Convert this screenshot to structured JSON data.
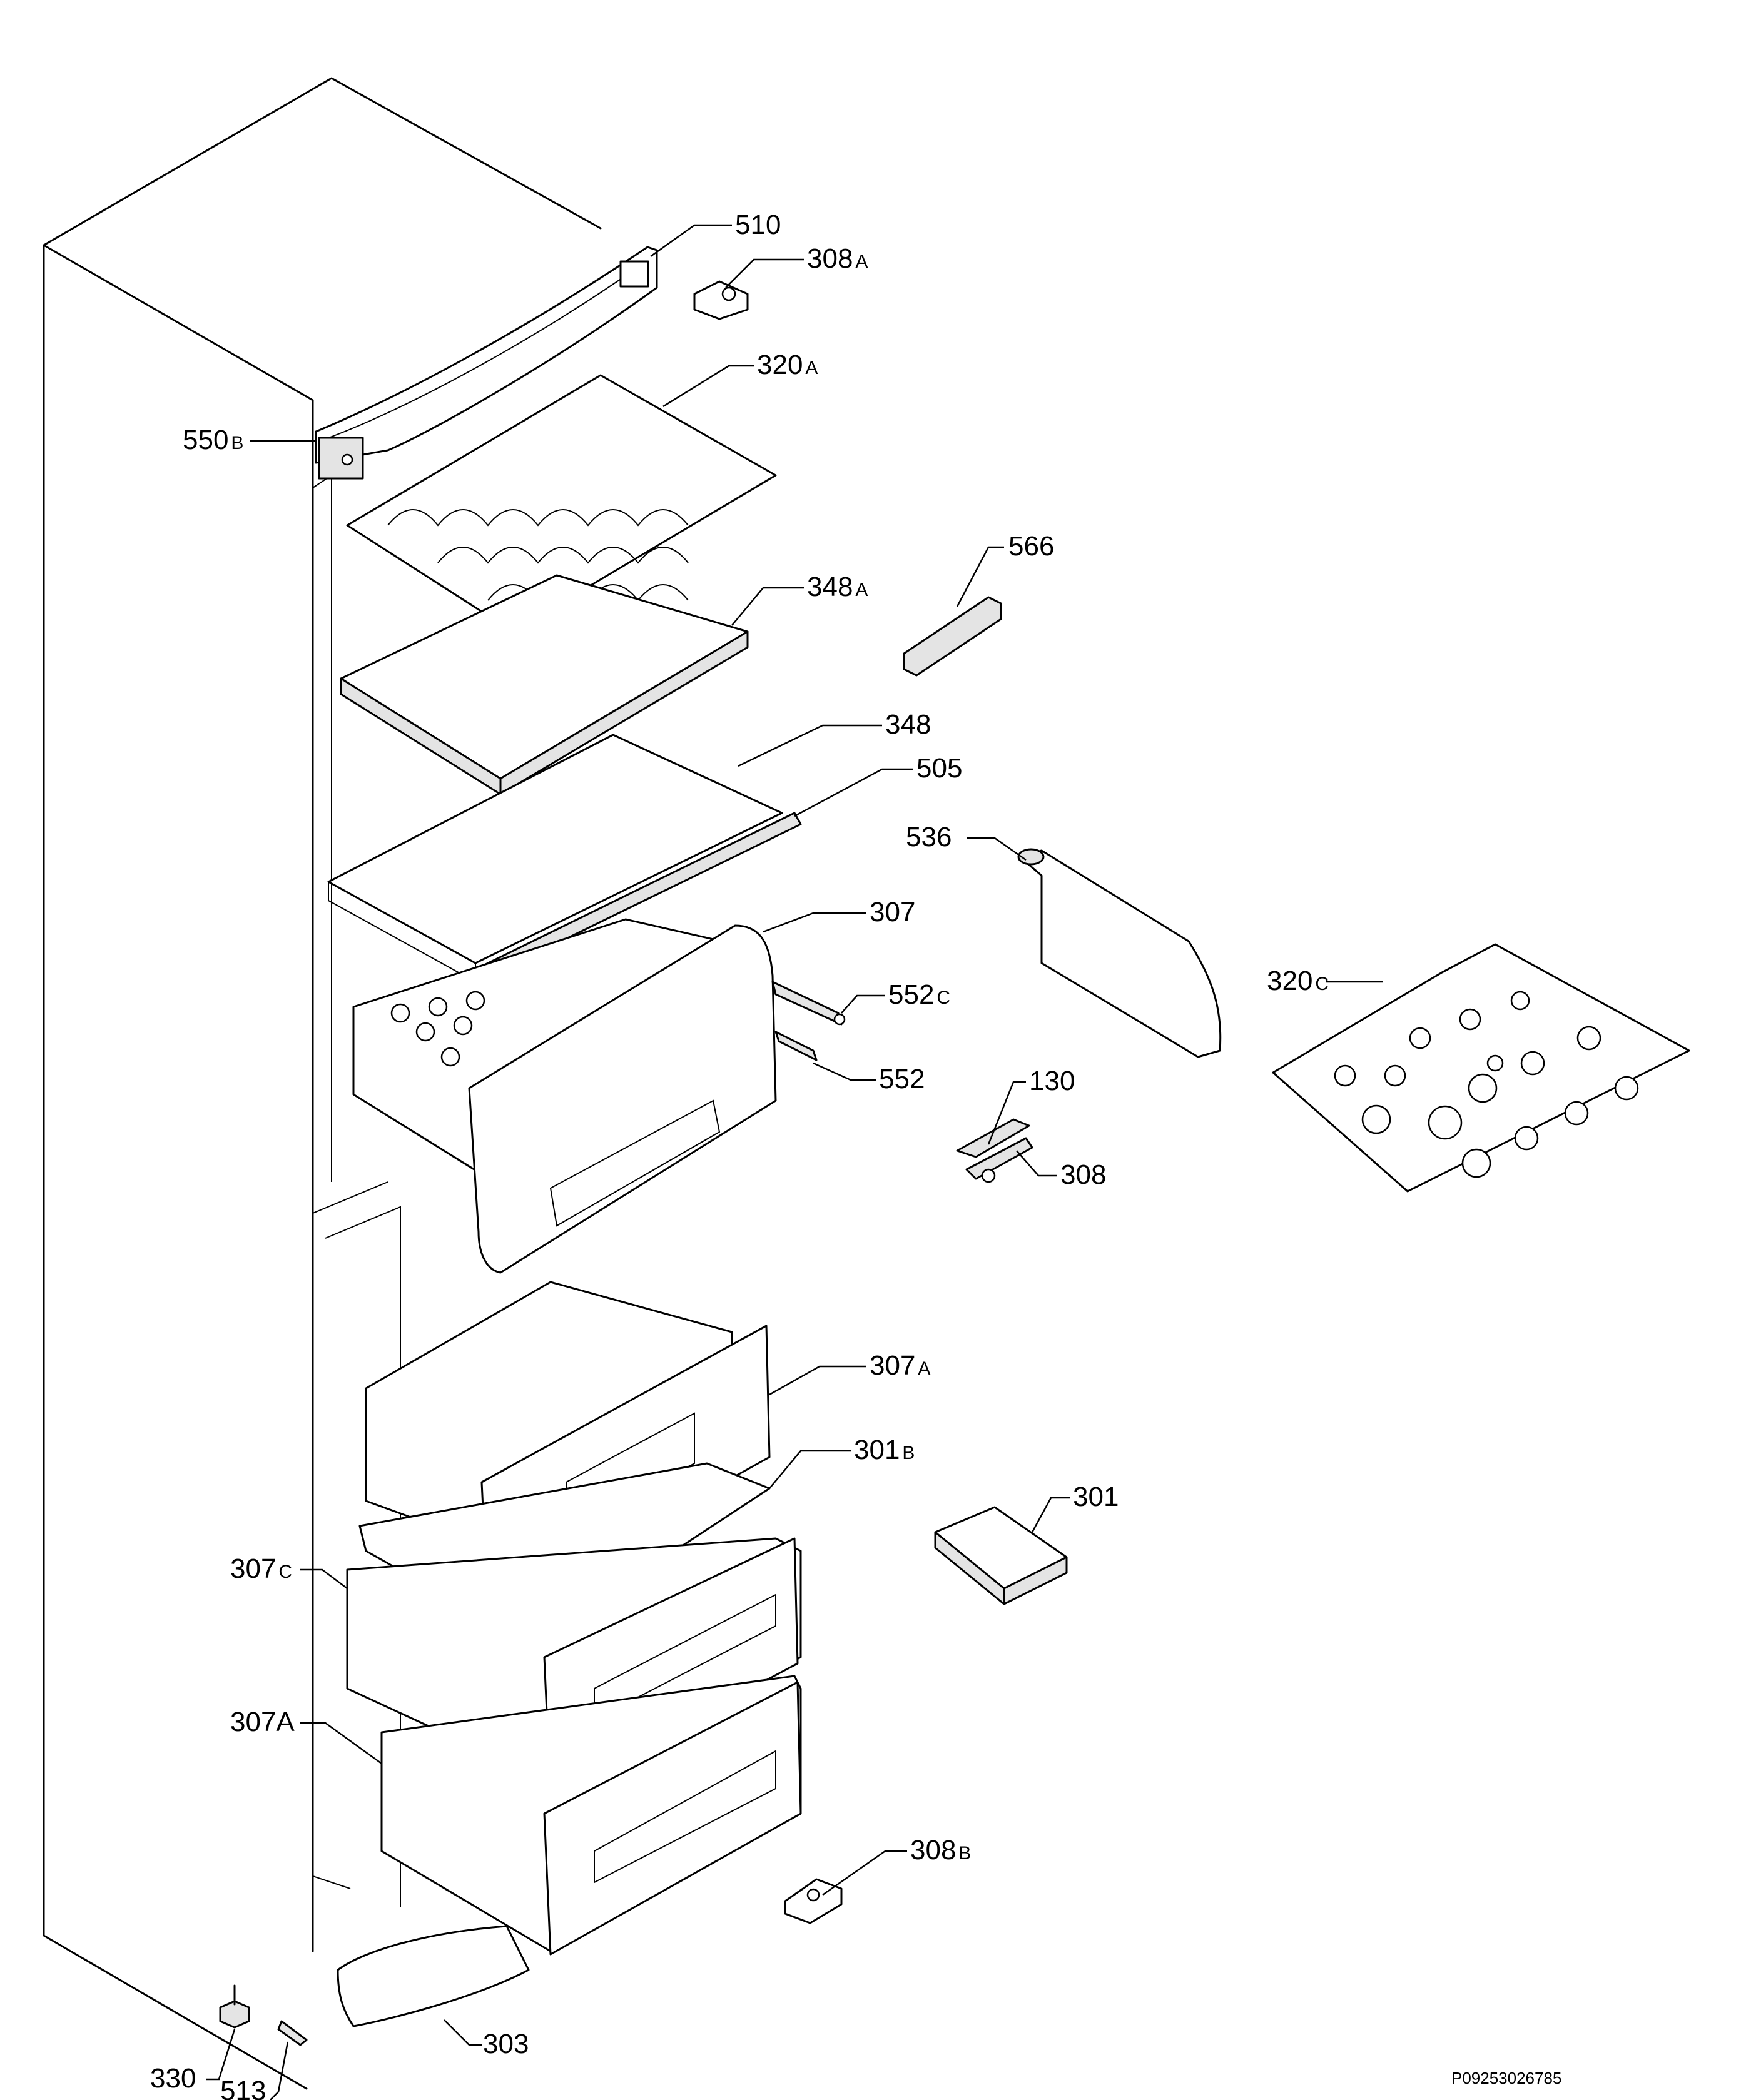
{
  "drawing": {
    "reference": "P09253026785"
  },
  "parts": [
    {
      "id": "p510",
      "main": "510",
      "suffix": ""
    },
    {
      "id": "p308a",
      "main": "308",
      "suffix": "A"
    },
    {
      "id": "p320a",
      "main": "320",
      "suffix": "A"
    },
    {
      "id": "p550b",
      "main": "550",
      "suffix": "B"
    },
    {
      "id": "p566",
      "main": "566",
      "suffix": ""
    },
    {
      "id": "p348a",
      "main": "348",
      "suffix": "A"
    },
    {
      "id": "p348",
      "main": "348",
      "suffix": ""
    },
    {
      "id": "p505",
      "main": "505",
      "suffix": ""
    },
    {
      "id": "p536",
      "main": "536",
      "suffix": ""
    },
    {
      "id": "p307",
      "main": "307",
      "suffix": ""
    },
    {
      "id": "p552c",
      "main": "552",
      "suffix": "C"
    },
    {
      "id": "p320c",
      "main": "320",
      "suffix": "C"
    },
    {
      "id": "p552",
      "main": "552",
      "suffix": ""
    },
    {
      "id": "p130",
      "main": "130",
      "suffix": ""
    },
    {
      "id": "p308",
      "main": "308",
      "suffix": ""
    },
    {
      "id": "p307a_top",
      "main": "307",
      "suffix": "A"
    },
    {
      "id": "p301b",
      "main": "301",
      "suffix": "B"
    },
    {
      "id": "p301",
      "main": "301",
      "suffix": ""
    },
    {
      "id": "p307c",
      "main": "307",
      "suffix": "C"
    },
    {
      "id": "p307a_low",
      "main": "307A",
      "suffix": ""
    },
    {
      "id": "p308b",
      "main": "308",
      "suffix": "B"
    },
    {
      "id": "p303",
      "main": "303",
      "suffix": ""
    },
    {
      "id": "p330",
      "main": "330",
      "suffix": ""
    },
    {
      "id": "p513",
      "main": "513",
      "suffix": ""
    }
  ]
}
